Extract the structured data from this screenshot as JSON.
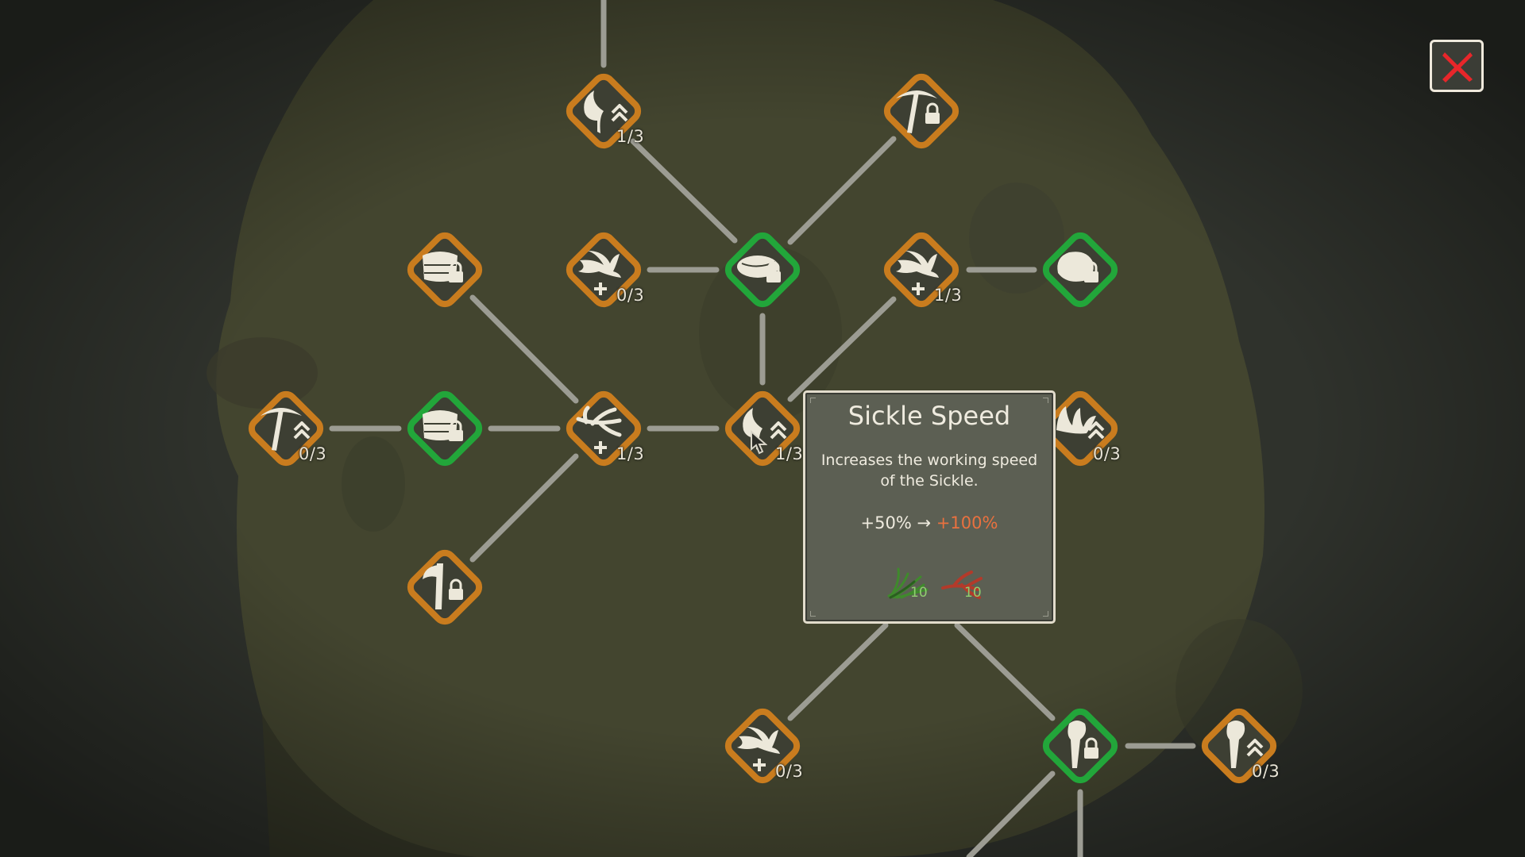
{
  "colors": {
    "background": "#2f322c",
    "island": "#45482f",
    "connector": "#9c9c93",
    "node_locked": "#c97c1e",
    "node_owned": "#22a63a",
    "node_fill": "#3d3f33",
    "icon": "#ece8da",
    "close_x": "#e8262a",
    "stat_next": "#e9713f",
    "cost_amount": "#8fcf6f"
  },
  "skill_nodes": [
    {
      "id": "sickle-upgrade-top",
      "icon": "sickle-up-icon",
      "state": "locked",
      "progress": "1/3"
    },
    {
      "id": "pickaxe-unlock-top",
      "icon": "pickaxe-lock-icon",
      "state": "locked",
      "progress": ""
    },
    {
      "id": "hay-unlock",
      "icon": "hay-lock-icon",
      "state": "locked",
      "progress": ""
    },
    {
      "id": "grass-plus-left",
      "icon": "grass-plus-icon",
      "state": "locked",
      "progress": "0/3"
    },
    {
      "id": "bundle-unlock",
      "icon": "bundle-lock-icon",
      "state": "owned",
      "progress": ""
    },
    {
      "id": "grass-plus-right",
      "icon": "grass-plus-icon",
      "state": "locked",
      "progress": "1/3"
    },
    {
      "id": "stone-unlock",
      "icon": "stone-lock-icon",
      "state": "owned",
      "progress": ""
    },
    {
      "id": "pickaxe-upgrade",
      "icon": "pickaxe-up-icon",
      "state": "locked",
      "progress": "0/3"
    },
    {
      "id": "hay-owned",
      "icon": "hay-lock-icon",
      "state": "owned",
      "progress": ""
    },
    {
      "id": "branch-plus",
      "icon": "branch-plus-icon",
      "state": "locked",
      "progress": "1/3"
    },
    {
      "id": "sickle-speed",
      "icon": "sickle-up-icon",
      "state": "locked",
      "progress": "1/3"
    },
    {
      "id": "herb-upgrade",
      "icon": "herb-up-icon",
      "state": "locked",
      "progress": "0/3"
    },
    {
      "id": "axe-unlock",
      "icon": "axe-lock-icon",
      "state": "locked",
      "progress": ""
    },
    {
      "id": "grass-plus-bottom",
      "icon": "grass-plus-icon",
      "state": "locked",
      "progress": "0/3"
    },
    {
      "id": "club-unlock",
      "icon": "club-lock-icon",
      "state": "owned",
      "progress": ""
    },
    {
      "id": "club-upgrade",
      "icon": "club-up-icon",
      "state": "locked",
      "progress": "0/3"
    }
  ],
  "tooltip": {
    "title": "Sickle Speed",
    "description": "Increases the working speed of the Sickle.",
    "current_value": "+50%",
    "arrow": "→",
    "next_value": "+100%",
    "costs": [
      {
        "resource": "grass-icon",
        "amount": "10"
      },
      {
        "resource": "branch-icon",
        "amount": "10"
      }
    ]
  },
  "close_button": {
    "icon": "close-icon"
  }
}
